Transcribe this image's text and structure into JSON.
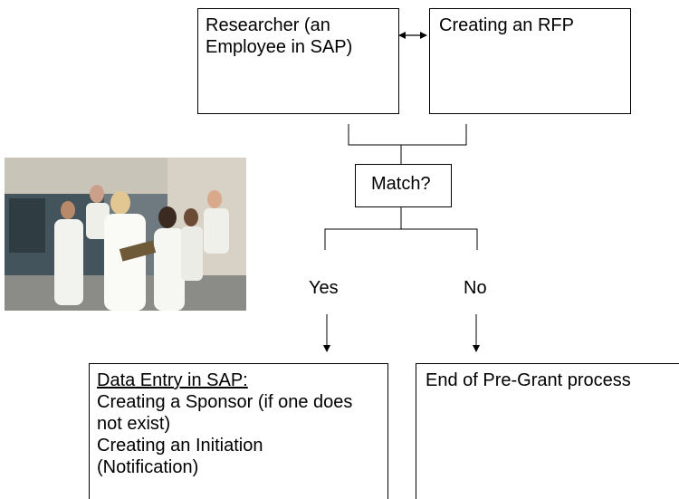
{
  "diagram": {
    "nodes": {
      "researcher": "Researcher (an Employee in SAP)",
      "rfp": "Creating an RFP",
      "match": "Match?",
      "yes": "Yes",
      "no": "No",
      "data_entry": {
        "heading": "Data Entry in SAP:",
        "lines": [
          "Creating a Sponsor (if one does not exist)",
          "Creating an Initiation (Notification)"
        ]
      },
      "end": "End of Pre-Grant process"
    },
    "edges": [
      {
        "from": "researcher",
        "to": "rfp",
        "type": "bidirectional-arrow"
      },
      {
        "from": "researcher",
        "to": "match",
        "type": "line"
      },
      {
        "from": "rfp",
        "to": "match",
        "type": "line"
      },
      {
        "from": "match",
        "to": "yes",
        "type": "line"
      },
      {
        "from": "match",
        "to": "no",
        "type": "line"
      },
      {
        "from": "yes",
        "to": "data_entry",
        "type": "arrow"
      },
      {
        "from": "no",
        "to": "end",
        "type": "arrow"
      }
    ],
    "photo_icon": "lab-researchers-photo",
    "colors": {
      "line": "#000000",
      "background": "#ffffff"
    }
  }
}
